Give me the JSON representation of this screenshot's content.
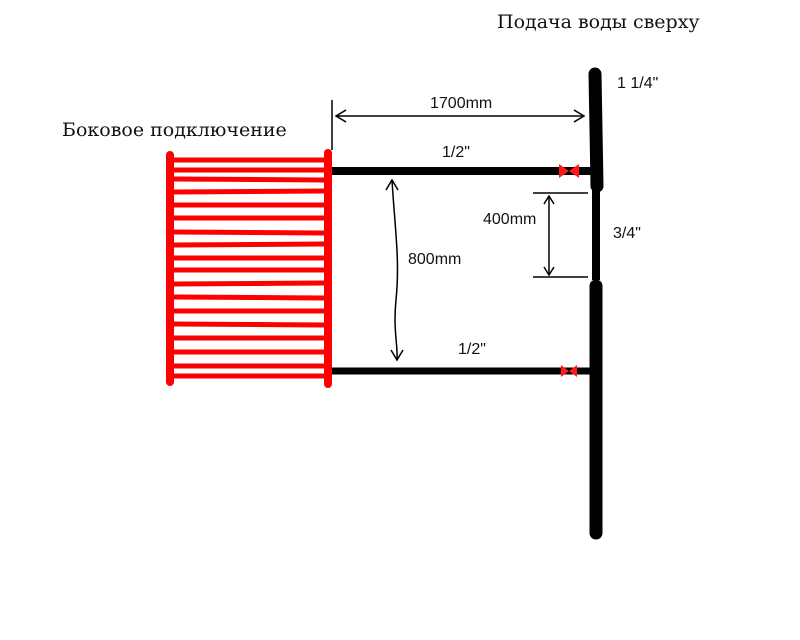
{
  "diagram": {
    "labels": {
      "top_title": "Подача воды сверху",
      "side_title": "Боковое подключение",
      "main_pipe_size": "1 1/4\"",
      "horizontal_length": "1700mm",
      "upper_branch_size": "1/2\"",
      "lower_branch_size": "1/2\"",
      "vertical_gap": "800mm",
      "segment_height": "400mm",
      "segment_pipe_size": "3/4\""
    },
    "colors": {
      "pipe": "#000000",
      "radiator": "#ff0000",
      "valve": "#ff1a1a",
      "dimension_line": "#000000"
    }
  }
}
